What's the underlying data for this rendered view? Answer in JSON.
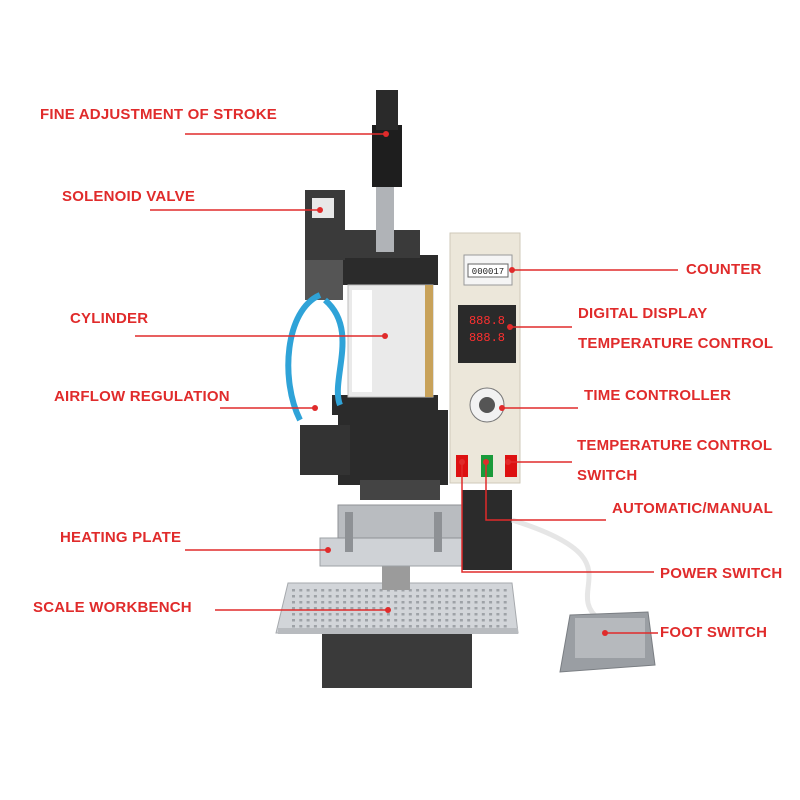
{
  "labels": {
    "fine_adjustment": "FINE ADJUSTMENT OF STROKE",
    "solenoid_valve": "SOLENOID VALVE",
    "cylinder": "CYLINDER",
    "airflow_regulation": "AIRFLOW REGULATION",
    "heating_plate": "HEATING PLATE",
    "scale_workbench": "SCALE WORKBENCH",
    "counter": "COUNTER",
    "digital_display": "DIGITAL DISPLAY",
    "temperature_control": "TEMPERATURE CONTROL",
    "time_controller": "TIME CONTROLLER",
    "temperature_control_2": "TEMPERATURE CONTROL",
    "switch": "SWITCH",
    "automatic_manual": "AUTOMATIC/MANUAL",
    "power_switch": "POWER SWITCH",
    "foot_switch": "FOOT SWITCH"
  },
  "counter_digits": "000017",
  "display": {
    "top": "888.8",
    "bottom": "888.8"
  },
  "colors": {
    "label_red": "#e02b2b",
    "frame_dark": "#2b2b2b",
    "aluminum": "#c9ccd0",
    "panel_beige": "#ece7da",
    "hose_blue": "#2fa3d8",
    "led_red": "#ff3030"
  }
}
